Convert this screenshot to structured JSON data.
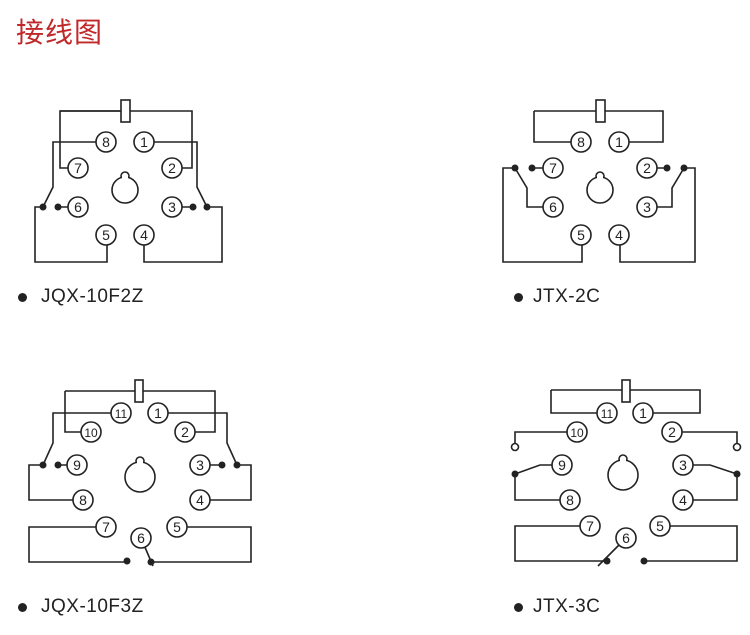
{
  "title": "接线图",
  "colors": {
    "title": "#c0282a",
    "line": "#222222"
  },
  "diagrams": [
    {
      "model": "JQX-10F2Z",
      "pins": [
        "1",
        "2",
        "3",
        "4",
        "5",
        "6",
        "7",
        "8"
      ]
    },
    {
      "model": "JTX-2C",
      "pins": [
        "1",
        "2",
        "3",
        "4",
        "5",
        "6",
        "7",
        "8"
      ]
    },
    {
      "model": "JQX-10F3Z",
      "pins": [
        "1",
        "2",
        "3",
        "4",
        "5",
        "6",
        "7",
        "8",
        "9",
        "10",
        "11"
      ]
    },
    {
      "model": "JTX-3C",
      "pins": [
        "1",
        "2",
        "3",
        "4",
        "5",
        "6",
        "7",
        "8",
        "9",
        "10",
        "11"
      ]
    }
  ]
}
